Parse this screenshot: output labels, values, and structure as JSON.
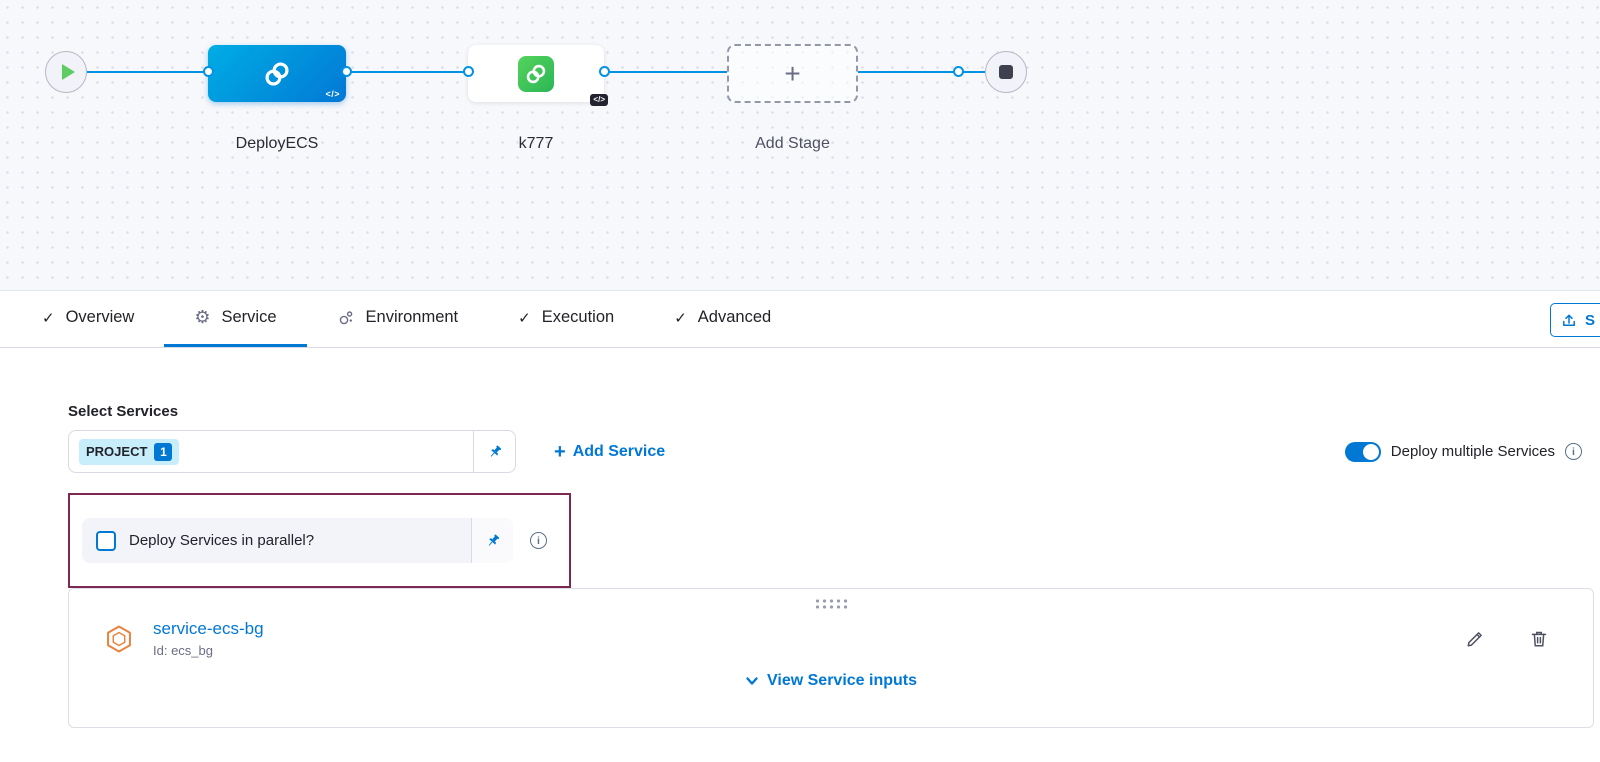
{
  "pipeline": {
    "stages": [
      {
        "name": "DeployECS",
        "badge": "</>"
      },
      {
        "name": "k777",
        "badge": "</>"
      }
    ],
    "add_stage_label": "Add Stage"
  },
  "tabs": {
    "items": [
      {
        "label": "Overview"
      },
      {
        "label": "Service"
      },
      {
        "label": "Environment"
      },
      {
        "label": "Execution"
      },
      {
        "label": "Advanced"
      }
    ],
    "save_button_label": "S"
  },
  "service_section": {
    "select_services_label": "Select Services",
    "project_chip": "PROJECT",
    "project_count": "1",
    "add_service_label": "Add Service",
    "deploy_multiple_label": "Deploy multiple Services",
    "parallel_label": "Deploy Services in parallel?"
  },
  "service_card": {
    "name": "service-ecs-bg",
    "id_text": "Id: ecs_bg",
    "view_inputs_label": "View Service inputs"
  },
  "icons": {
    "plus": "+",
    "check": "✓",
    "gear": "⚙",
    "info": "i"
  },
  "colors": {
    "accent": "#0278d5",
    "connector_blue": "#0092e4",
    "stage_green": "#2bb656",
    "highlight_border": "#7d2853",
    "service_hex_orange": "#e8823e"
  }
}
